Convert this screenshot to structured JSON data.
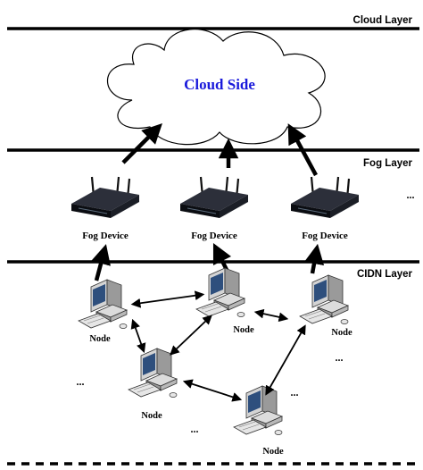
{
  "layers": {
    "cloud": "Cloud Layer",
    "fog": "Fog Layer",
    "cidn": "CIDN Layer"
  },
  "cloud_side_label": "Cloud Side",
  "fog_devices": [
    {
      "label": "Fog Device"
    },
    {
      "label": "Fog Device"
    },
    {
      "label": "Fog Device"
    }
  ],
  "nodes": [
    {
      "label": "Node"
    },
    {
      "label": "Node"
    },
    {
      "label": "Node"
    },
    {
      "label": "Node"
    },
    {
      "label": "Node"
    }
  ],
  "ellipsis": "..."
}
